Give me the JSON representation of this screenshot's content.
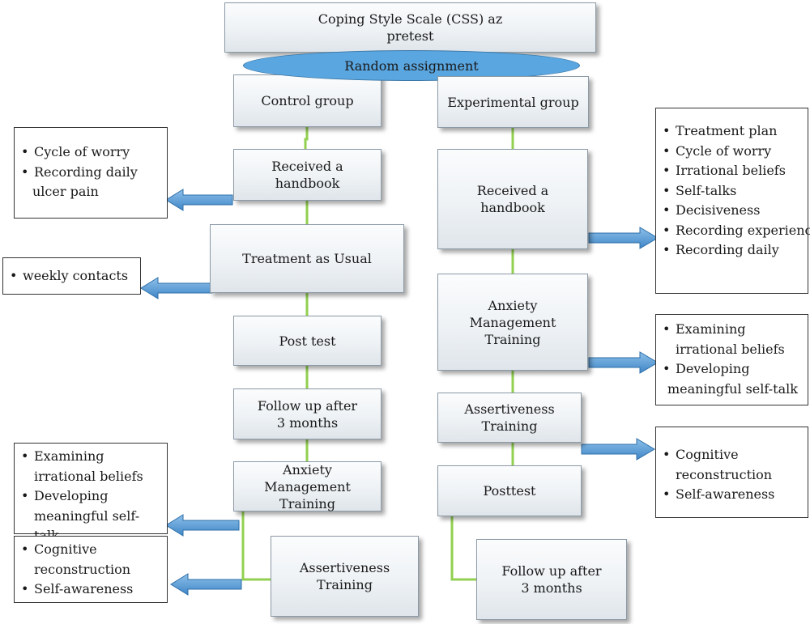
{
  "top_box": {
    "line1": "Coping Style Scale (CSS) az",
    "line2": "pretest"
  },
  "random_assignment": "Random assignment",
  "control": {
    "group": "Control group",
    "handbook": "Received a handbook",
    "treatment": "Treatment as Usual",
    "post_test": "Post test",
    "follow_up": {
      "line1": "Follow up after",
      "line2": "3 months"
    },
    "anxiety": {
      "line1": "Anxiety Management",
      "line2": "Training"
    },
    "assertiveness": {
      "line1": "Assertiveness",
      "line2": "Training"
    }
  },
  "experimental": {
    "group": "Experimental group",
    "handbook": {
      "line1": "Received a",
      "line2": "handbook"
    },
    "anxiety": {
      "line1": "Anxiety Management",
      "line2": "Training"
    },
    "assertiveness": {
      "line1": "Assertiveness",
      "line2": "Training"
    },
    "posttest": "Posttest",
    "follow_up": {
      "line1": "Follow up after",
      "line2": "3 months"
    }
  },
  "notes": {
    "control_handbook": [
      "Cycle of worry",
      "Recording daily",
      "ulcer pain"
    ],
    "control_treatment": [
      "weekly contacts"
    ],
    "control_anxiety": [
      "Examining",
      "irrational beliefs",
      "Developing",
      "meaningful self-talk"
    ],
    "control_assertiveness": [
      "Cognitive",
      "reconstruction",
      "Self-awareness"
    ],
    "exp_handbook": [
      "Treatment plan",
      "Cycle of worry",
      "Irrational beliefs",
      "Self-talks",
      "Decisiveness",
      "Recording experiences",
      "Recording daily"
    ],
    "exp_anxiety": [
      "Examining",
      "irrational beliefs",
      "Developing",
      "meaningful self-talk"
    ],
    "exp_assertiveness": [
      "Cognitive",
      "reconstruction",
      "Self-awareness"
    ]
  },
  "colors": {
    "connector": "#92d050",
    "arrow": "#5b9bd5",
    "ellipse": "#5aa6e0"
  }
}
